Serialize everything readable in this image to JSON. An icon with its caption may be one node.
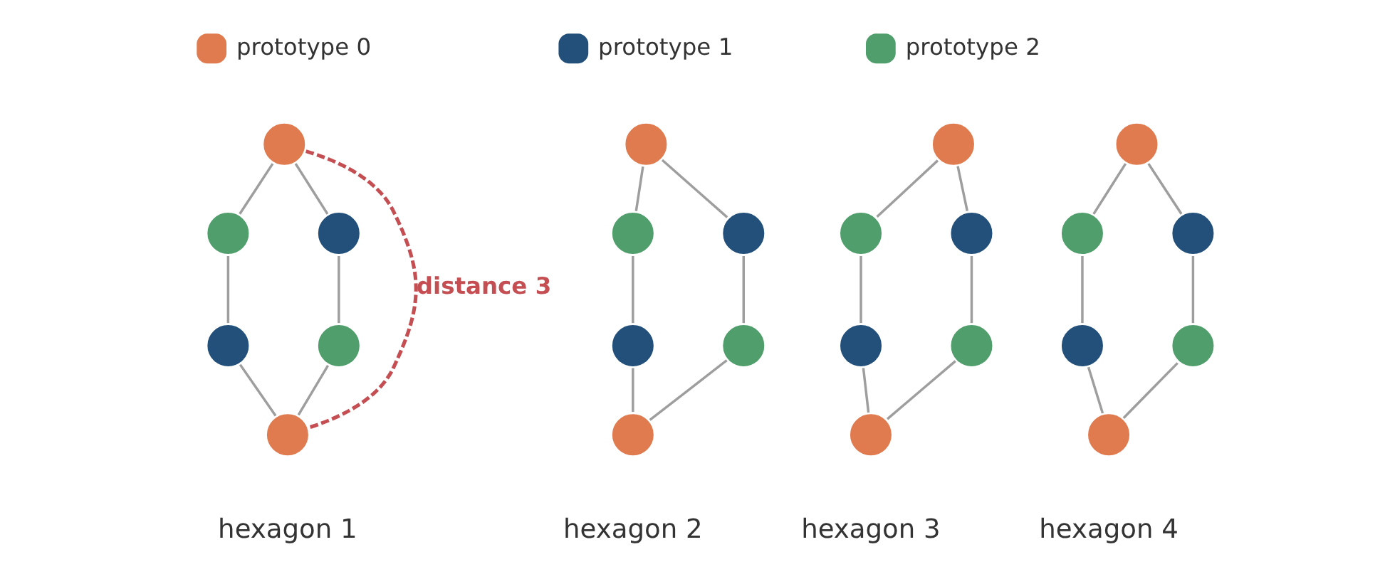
{
  "diagram": {
    "nodes": [
      {
        "text": [],
        "shape": "circle"
      },
      {
        "text": [],
        "shape": "circle"
      },
      {
        "text": [],
        "shape": "circle"
      },
      {
        "text": [],
        "shape": "circle"
      },
      {
        "text": [],
        "shape": "circle"
      },
      {
        "text": [],
        "shape": "circle"
      },
      {
        "text": [],
        "shape": "circle"
      },
      {
        "text": [],
        "shape": "circle"
      },
      {
        "text": [],
        "shape": "circle"
      },
      {
        "text": [],
        "shape": "circle"
      },
      {
        "text": [],
        "shape": "circle"
      },
      {
        "text": [],
        "shape": "circle"
      },
      {
        "text": [],
        "shape": "circle"
      },
      {
        "text": [],
        "shape": "circle"
      },
      {
        "text": [],
        "shape": "circle"
      },
      {
        "text": [],
        "shape": "circle"
      },
      {
        "text": [],
        "shape": "circle"
      },
      {
        "text": [],
        "shape": "circle"
      },
      {
        "text": [],
        "shape": "circle"
      },
      {
        "text": [],
        "shape": "circle"
      },
      {
        "text": [],
        "shape": "circle"
      },
      {
        "text": [],
        "shape": "circle"
      },
      {
        "text": [],
        "shape": "circle"
      },
      {
        "text": [],
        "shape": "circle"
      }
    ],
    "edges": [
      {
        "from": 0,
        "to": 1,
        "arrow": "none"
      },
      {
        "from": 0,
        "to": 2,
        "arrow": "none"
      },
      {
        "from": 1,
        "to": 3,
        "arrow": "none"
      },
      {
        "from": 2,
        "to": 4,
        "arrow": "none"
      },
      {
        "from": 3,
        "to": 5,
        "arrow": "none"
      },
      {
        "from": 4,
        "to": 5,
        "arrow": "none"
      },
      {
        "from": 0,
        "to": 5,
        "arrow": "none",
        "label": "distance 3",
        "style": "dashed",
        "color": "#c44e52"
      },
      {
        "from": 6,
        "to": 7,
        "arrow": "none"
      },
      {
        "from": 6,
        "to": 8,
        "arrow": "none"
      },
      {
        "from": 7,
        "to": 9,
        "arrow": "none"
      },
      {
        "from": 8,
        "to": 10,
        "arrow": "none"
      },
      {
        "from": 9,
        "to": 11,
        "arrow": "none"
      },
      {
        "from": 10,
        "to": 11,
        "arrow": "none"
      },
      {
        "from": 12,
        "to": 13,
        "arrow": "none"
      },
      {
        "from": 12,
        "to": 14,
        "arrow": "none"
      },
      {
        "from": 13,
        "to": 15,
        "arrow": "none"
      },
      {
        "from": 14,
        "to": 16,
        "arrow": "none"
      },
      {
        "from": 15,
        "to": 17,
        "arrow": "none"
      },
      {
        "from": 16,
        "to": 17,
        "arrow": "none"
      },
      {
        "from": 18,
        "to": 19,
        "arrow": "none"
      },
      {
        "from": 18,
        "to": 20,
        "arrow": "none"
      },
      {
        "from": 19,
        "to": 21,
        "arrow": "none"
      },
      {
        "from": 20,
        "to": 22,
        "arrow": "none"
      },
      {
        "from": 21,
        "to": 23,
        "arrow": "none"
      },
      {
        "from": 22,
        "to": 23,
        "arrow": "none"
      }
    ],
    "labels": [
      "hexagon 1",
      "hexagon 2",
      "hexagon 3",
      "hexagon 4"
    ],
    "legend": [
      {
        "text": "prototype 0",
        "color": "#e07b4f"
      },
      {
        "text": "prototype 1",
        "color": "#22507a"
      },
      {
        "text": "prototype 2",
        "color": "#4f9e6b"
      }
    ]
  }
}
